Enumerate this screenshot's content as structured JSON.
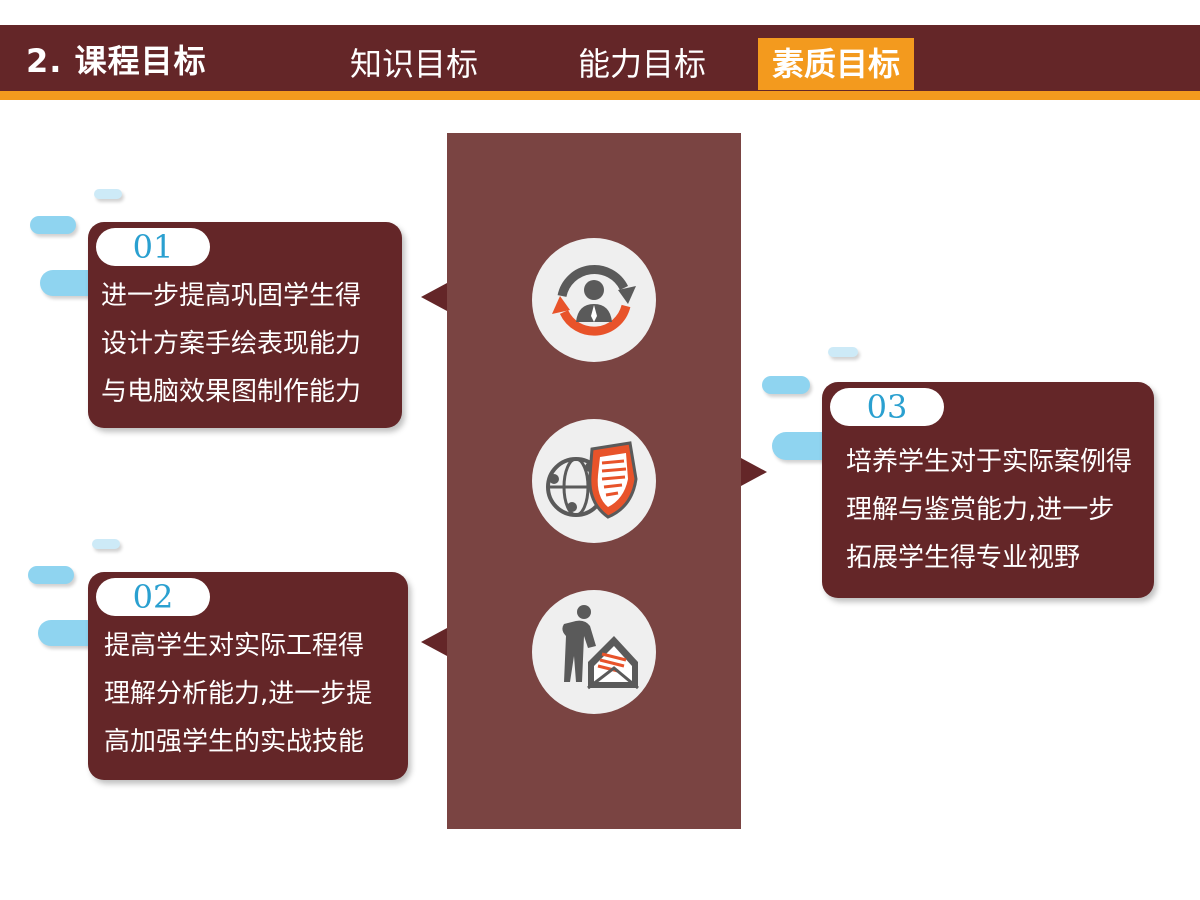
{
  "header": {
    "section_title": "2. 课程目标",
    "tabs": [
      {
        "label": "知识目标",
        "active": false
      },
      {
        "label": "能力目标",
        "active": false
      },
      {
        "label": "素质目标",
        "active": true
      }
    ]
  },
  "icons": [
    {
      "name": "person-cycle-icon"
    },
    {
      "name": "globe-shield-icon"
    },
    {
      "name": "businessman-mail-icon"
    }
  ],
  "cards": [
    {
      "number": "01",
      "lines": [
        "进一步提高巩固学生得",
        "设计方案手绘表现能力",
        "与电脑效果图制作能力"
      ]
    },
    {
      "number": "02",
      "lines": [
        "提高学生对实际工程得",
        "理解分析能力,进一步提",
        "高加强学生的实战技能"
      ]
    },
    {
      "number": "03",
      "lines": [
        "培养学生对于实际案例得",
        "理解与鉴赏能力,进一步",
        "拓展学生得专业视野"
      ]
    }
  ],
  "colors": {
    "primary": "#642628",
    "accent": "#f39a1e",
    "panel": "#7a4442",
    "number": "#2aa0d0",
    "icon_orange": "#e8532a",
    "icon_dark": "#5a5a5a",
    "pill": "#8fd4f0"
  }
}
